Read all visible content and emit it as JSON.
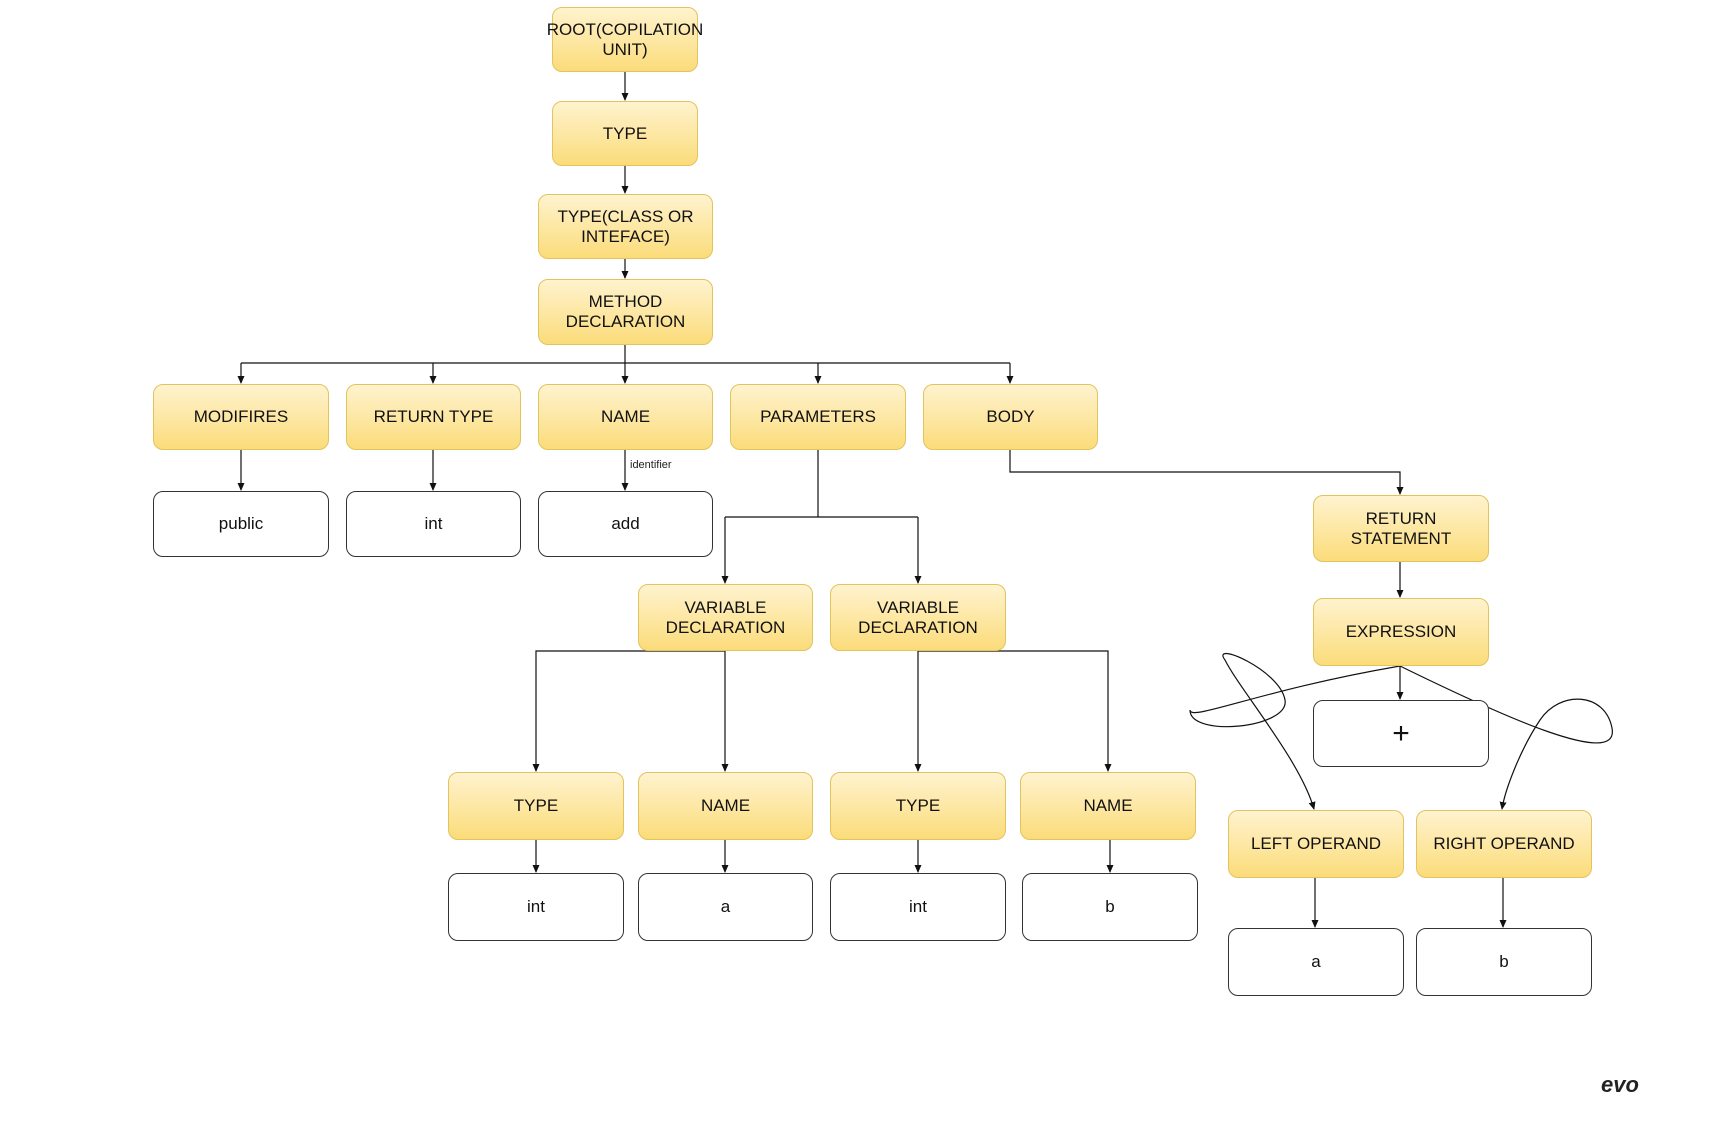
{
  "diagram": {
    "nodes": {
      "root": "ROOT(COPILATION UNIT)",
      "type_top": "TYPE",
      "type_class": "TYPE(CLASS OR INTEFACE)",
      "method_decl": "METHOD DECLARATION",
      "modifires": "MODIFIRES",
      "return_type": "RETURN TYPE",
      "name": "NAME",
      "parameters": "PARAMETERS",
      "body": "BODY",
      "public": "public",
      "int_ret": "int",
      "add": "add",
      "return_statement": "RETURN STATEMENT",
      "var_decl_1": "VARIABLE DECLARATION",
      "var_decl_2": "VARIABLE DECLARATION",
      "expression": "EXPRESSION",
      "plus": "+",
      "type_1": "TYPE",
      "name_1": "NAME",
      "type_2": "TYPE",
      "name_2": "NAME",
      "left_operand": "LEFT OPERAND",
      "right_operand": "RIGHT OPERAND",
      "int_1": "int",
      "a_1": "a",
      "int_2": "int",
      "b_1": "b",
      "a_2": "a",
      "b_2": "b"
    },
    "edge_label_identifier": "identifier",
    "watermark": "evo",
    "colors": {
      "node_fill_top": "#fff3cf",
      "node_fill_bottom": "#fbdc7a",
      "node_border": "#e3c35c",
      "value_border": "#333333",
      "edge": "#111111"
    }
  }
}
